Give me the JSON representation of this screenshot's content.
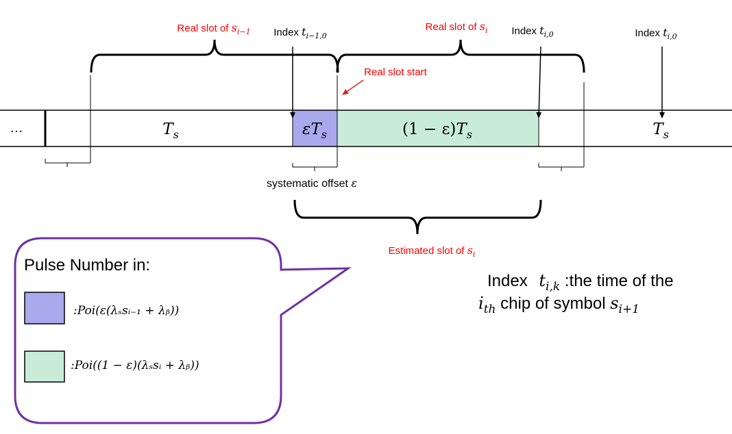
{
  "colors": {
    "line": "#000000",
    "red": "#ff0000",
    "arrow_red": "#e02020",
    "purple_box": "#a9a9ee",
    "green_box": "#c9ecd9",
    "callout_border": "#7030a0"
  },
  "labels": {
    "real_slot_prev": {
      "prefix": "Real slot of ",
      "var": "s",
      "sub": "i−1"
    },
    "real_slot_cur": {
      "prefix": "Real slot of ",
      "var": "s",
      "sub": "i"
    },
    "index_prev": {
      "prefix": "Index ",
      "var": "t",
      "sub": "i−1,0"
    },
    "index_cur": {
      "prefix": "Index ",
      "var": "t",
      "sub": "i,0"
    },
    "index_right": {
      "prefix": "Index ",
      "var": "t",
      "sub": "i,0"
    },
    "real_slot_start": "Real slot start",
    "systematic_offset": {
      "text": "systematic offset ",
      "var": "ε"
    },
    "estimated_slot": {
      "prefix": "Estimated slot of ",
      "var": "s",
      "sub": "i"
    }
  },
  "timeline": {
    "ellipsis": "…",
    "cell_ts": {
      "var": "T",
      "sub": "s"
    },
    "cell_eps": {
      "pre": "ε",
      "var": "T",
      "sub": "s"
    },
    "cell_one_minus": {
      "pre": "(1 − ε)",
      "var": "T",
      "sub": "s"
    },
    "cell_ts_right": {
      "var": "T",
      "sub": "s"
    }
  },
  "callout": {
    "title": "Pulse Number in:",
    "purple_formula": ":Poi(ε(λₛsᵢ₋₁ + λᵦ))",
    "green_formula": ":Poi((1 − ε)(λₛsᵢ + λᵦ))"
  },
  "note": {
    "line1_prefix": "Index  ",
    "line1_var": "t",
    "line1_sub": "i,k",
    "line1_suffix": " :the time of the",
    "line2_var": "i",
    "line2_sub": "th",
    "line2_mid": " chip of symbol ",
    "line2_var2": "s",
    "line2_sub2": "i+1"
  }
}
